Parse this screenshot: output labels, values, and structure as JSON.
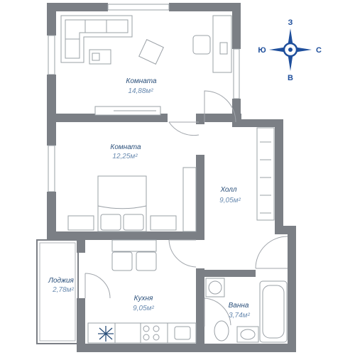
{
  "rooms": {
    "room1": {
      "name": "Комната",
      "area": "14,88м²"
    },
    "room2": {
      "name": "Комната",
      "area": "12,25м²"
    },
    "hall": {
      "name": "Холл",
      "area": "9,05м²"
    },
    "loggia": {
      "name": "Лоджия",
      "area": "2,78м²"
    },
    "kitchen": {
      "name": "Кухня",
      "area": "9,05м²"
    },
    "bath": {
      "name": "Ванна",
      "area": "3,74м²"
    }
  },
  "compass": {
    "north": "З",
    "south": "В",
    "west": "Ю",
    "east": "С"
  },
  "colors": {
    "walls": "#7b7f85",
    "label": "#2a4f7a",
    "area": "#6a8bb0",
    "compass": "#1f4f9c",
    "furniture": "#9aa0a6"
  }
}
